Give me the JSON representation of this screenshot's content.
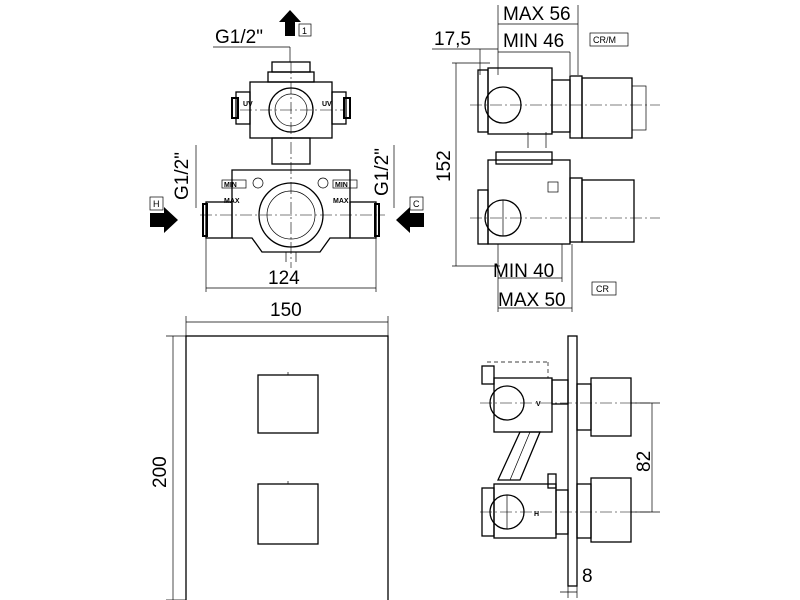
{
  "front_view": {
    "thread_top": "G1/2\"",
    "thread_left": "G1/2\"",
    "thread_right": "G1/2\"",
    "inlet_top_tag": "1",
    "inlet_hot_tag": "H",
    "inlet_cold_tag": "C",
    "depth_min_left": "MIN",
    "depth_max_left": "MAX",
    "depth_min_right": "MIN",
    "depth_max_right": "MAX",
    "width_dim": "124"
  },
  "side_view_body": {
    "max_depth": "MAX 56",
    "offset": "17,5",
    "min_depth": "MIN 46",
    "finish_top": "CR/M",
    "height_dim": "152",
    "min_depth_bottom": "MIN 40",
    "max_depth_bottom": "MAX 50",
    "finish_bottom": "CR"
  },
  "plate_view": {
    "width_dim": "150",
    "height_dim": "200"
  },
  "side_view_plate": {
    "spacing_dim": "82",
    "thickness_dim": "8",
    "marker_h": "H"
  }
}
